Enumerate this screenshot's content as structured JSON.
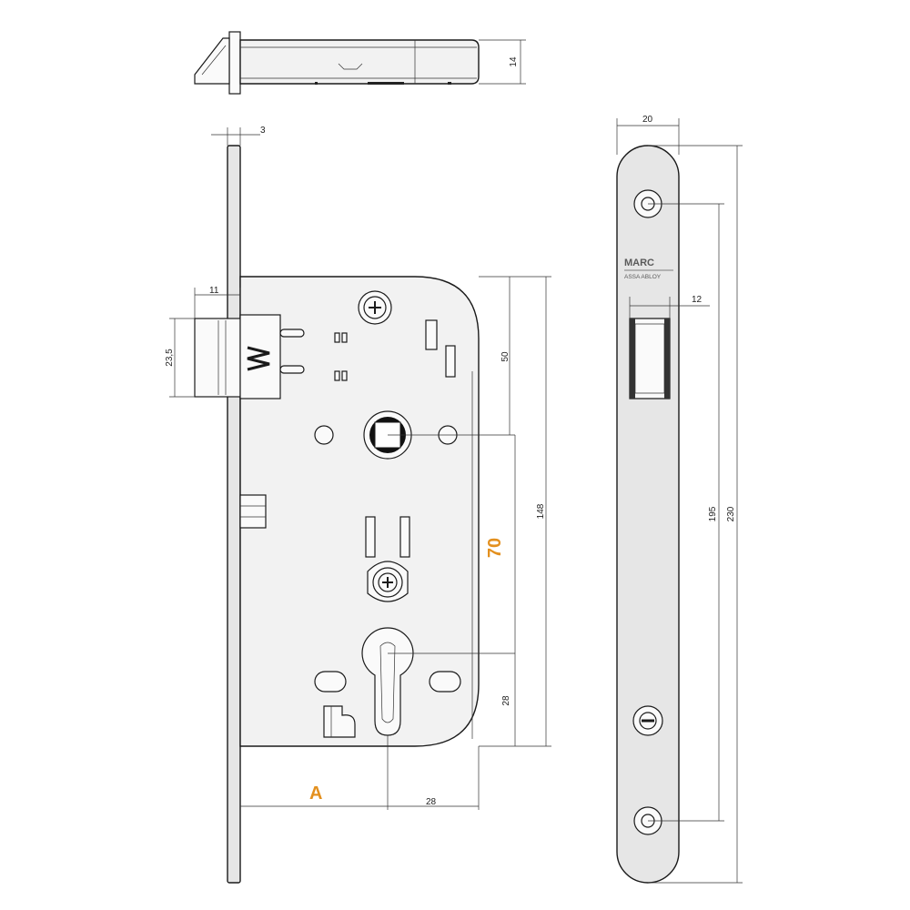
{
  "dimensions": {
    "top_depth": "14",
    "faceplate_thickness": "3",
    "latch_projection": "11",
    "latch_height": "23,5",
    "spindle_to_cylinder": "50",
    "case_height": "148",
    "centre_distance": "70",
    "cylinder_to_bottom": "28",
    "backset": "A",
    "cylinder_to_back": "28",
    "strike_width": "20",
    "strike_opening": "12",
    "strike_screw_distance": "195",
    "strike_length": "230"
  },
  "brand": {
    "name": "MARC",
    "subline": "ASSA ABLOY"
  },
  "colors": {
    "accent": "#e3901f",
    "line": "#1a1a1a",
    "fill": "#e6e6e6"
  }
}
